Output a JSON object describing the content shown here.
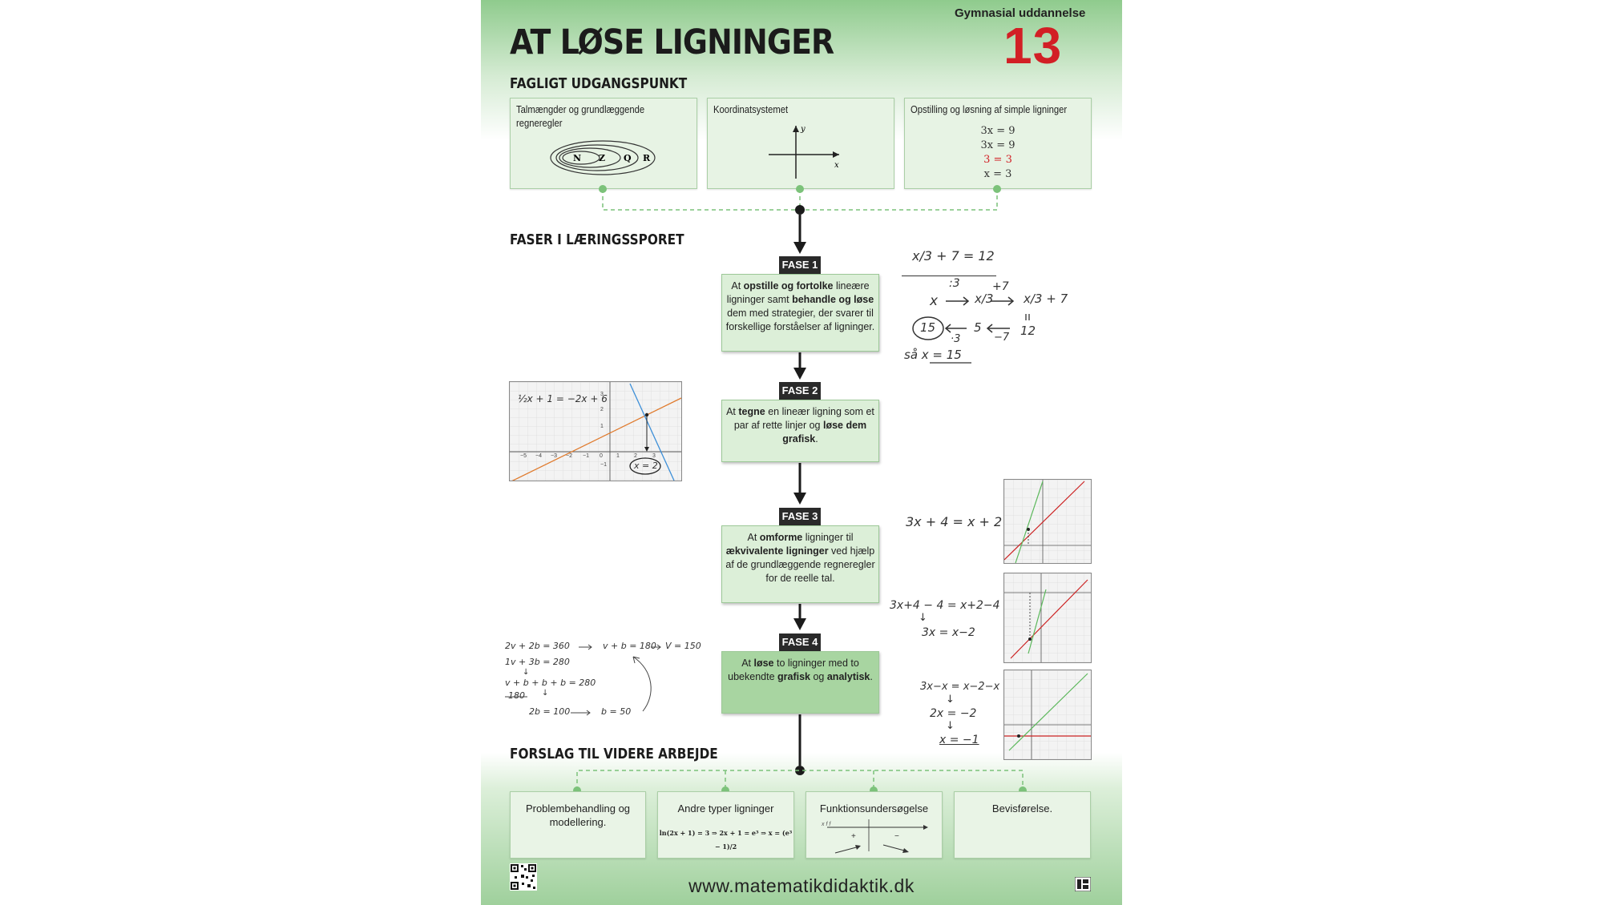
{
  "header": {
    "title": "AT LØSE LIGNINGER",
    "edu_level": "Gymnasial uddannelse",
    "number": "13"
  },
  "sections": {
    "start": "FAGLIGT UDGANGSPUNKT",
    "phases": "FASER I LÆRINGSSPORET",
    "further": "FORSLAG TIL VIDERE ARBEJDE"
  },
  "prereq": [
    {
      "label": "Talmængder og grundlæggende regneregler",
      "sets": [
        "N",
        "Z",
        "Q",
        "R"
      ]
    },
    {
      "label": "Koordinatsystemet",
      "axis_x": "x",
      "axis_y": "y"
    },
    {
      "label": "Opstilling og løsning af simple ligninger",
      "lines": [
        "3x = 9",
        "3x = 9",
        "3 = 3",
        "x = 3"
      ]
    }
  ],
  "phases": [
    {
      "tag": "FASE 1",
      "parts": [
        [
          "At ",
          false
        ],
        [
          "opstille og fortolke",
          true
        ],
        [
          " lineære ligninger samt ",
          false
        ],
        [
          "behandle og løse",
          true
        ],
        [
          " dem med strategier, der svarer til forskellige forståelser af ligninger.",
          false
        ]
      ]
    },
    {
      "tag": "FASE 2",
      "parts": [
        [
          "At ",
          false
        ],
        [
          "tegne",
          true
        ],
        [
          " en lineær ligning som et par af rette linjer og ",
          false
        ],
        [
          "løse dem grafisk",
          true
        ],
        [
          ".",
          false
        ]
      ]
    },
    {
      "tag": "FASE 3",
      "parts": [
        [
          "At ",
          false
        ],
        [
          "omforme",
          true
        ],
        [
          " ligninger til ",
          false
        ],
        [
          "ækvivalente ligninger",
          true
        ],
        [
          " ved hjælp af de grundlæggende regneregler for de reelle tal.",
          false
        ]
      ]
    },
    {
      "tag": "FASE 4",
      "parts": [
        [
          "At ",
          false
        ],
        [
          "løse",
          true
        ],
        [
          " to ligninger med to ubekendte ",
          false
        ],
        [
          "grafisk",
          true
        ],
        [
          " og ",
          false
        ],
        [
          "analytisk",
          true
        ],
        [
          ".",
          false
        ]
      ]
    }
  ],
  "handwriting": {
    "phase1": {
      "equation": "x/3 + 7 = 12",
      "ops": [
        ":3",
        "+7",
        "·3",
        "−7"
      ],
      "chain": [
        "x",
        "x/3",
        "x/3 + 7"
      ],
      "values": [
        "15",
        "5",
        "12"
      ],
      "answer": "så  x = 15"
    },
    "phase2": {
      "equation": "½x + 1 = −2x + 6",
      "answer": "x = 2",
      "x_ticks": [
        "−5",
        "−4",
        "−3",
        "−2",
        "−1",
        "0",
        "1",
        "2",
        "3"
      ],
      "y_ticks": [
        "3",
        "2",
        "1",
        "−1"
      ]
    },
    "phase3": [
      "3x + 4 = x + 2",
      "3x+4 − 4 = x+2−4",
      "3x = x−2",
      "3x−x = x−2−x",
      "2x = −2",
      "x = −1"
    ],
    "phase4": [
      "2v + 2b = 360",
      "v + b = 180",
      "V = 150",
      "1v + 3b = 280",
      "v + b + b + b = 280",
      "180",
      "2b = 100",
      "b = 50"
    ]
  },
  "further": [
    {
      "label": "Problembehandling og modellering.",
      "extra": ""
    },
    {
      "label": "Andre typer ligninger",
      "extra": "ln(2x + 1) = 3 ⇒ 2x + 1 = e³ ⇒ x = (e³ − 1)/2"
    },
    {
      "label": "Funktionsundersøgelse",
      "extra": "x   f   f"
    },
    {
      "label": "Bevisførelse.",
      "extra": ""
    }
  ],
  "footer": {
    "url": "www.matematikdidaktik.dk"
  },
  "colors": {
    "accent_red": "#d21f25",
    "box_green": "#dcefd8",
    "header_green": "#8fcb8d",
    "line_red": "#cc2222",
    "line_blue": "#3d8fd8",
    "line_orange": "#e07b2e",
    "line_green": "#5cb85c"
  }
}
